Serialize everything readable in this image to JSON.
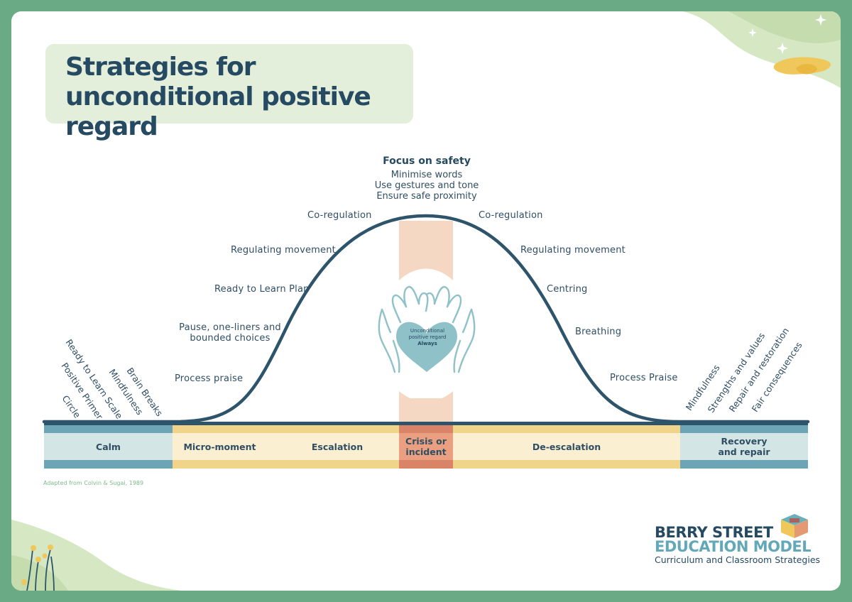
{
  "title": "Strategies for unconditional positive regard",
  "peak": {
    "heading": "Focus on safety",
    "lines": [
      "Minimise words",
      "Use gestures and tone",
      "Ensure safe proximity"
    ]
  },
  "left_strategies": {
    "co_regulation": "Co-regulation",
    "regulating_movement": "Regulating movement",
    "ready_to_learn_plan": "Ready to Learn Plan",
    "pause_line1": "Pause, one-liners and",
    "pause_line2": "bounded choices",
    "process_praise": "Process praise"
  },
  "right_strategies": {
    "co_regulation": "Co-regulation",
    "regulating_movement": "Regulating movement",
    "centring": "Centring",
    "breathing": "Breathing",
    "process_praise": "Process Praise"
  },
  "calm_strategies": [
    "Circle",
    "Positive Primer",
    "Ready to Learn Scale",
    "Mindfulness",
    "Brain Breaks"
  ],
  "recovery_strategies": [
    "Mindfulness",
    "Strengths and values",
    "Repair and restoration",
    "Fair consequences"
  ],
  "heart": {
    "line1": "Unconditional",
    "line2": "positive regard",
    "line3": "Always"
  },
  "phases": {
    "calm": "Calm",
    "micro_moment": "Micro-moment",
    "escalation": "Escalation",
    "crisis_line1": "Crisis or",
    "crisis_line2": "incident",
    "de_escalation": "De-escalation",
    "recovery_line1": "Recovery",
    "recovery_line2": "and repair"
  },
  "colors": {
    "calm": "#d4e5e6",
    "calm_stripe": "#6ea5b6",
    "escalation": "#faefd0",
    "escalation_stripe": "#f0d48a",
    "crisis": "#eaa080",
    "crisis_stripe": "#d98466",
    "curve": "#2d546a",
    "heart": "#8fc2c8"
  },
  "source": "Adapted from Colvin & Sugai, 1989",
  "brand": {
    "line1": "BERRY STREET",
    "line2": "EDUCATION MODEL",
    "line3": "Curriculum and Classroom Strategies"
  }
}
